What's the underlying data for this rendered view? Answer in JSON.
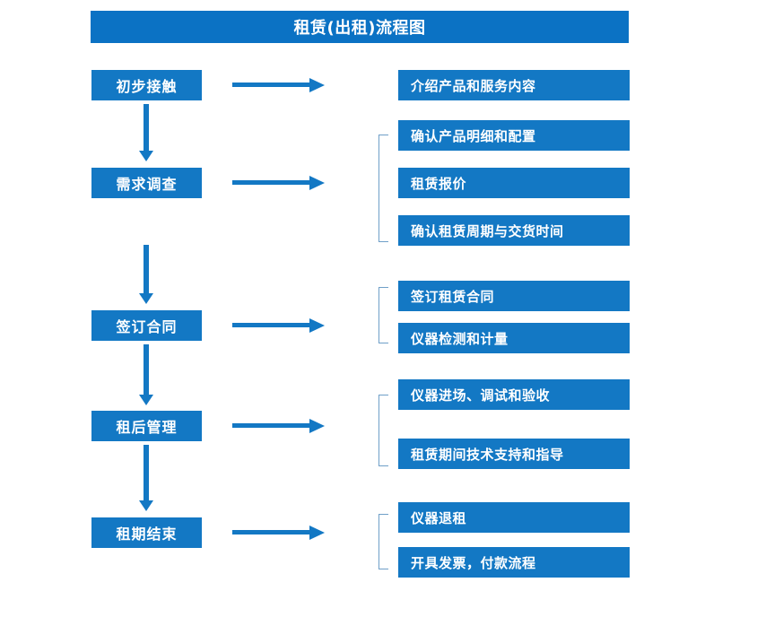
{
  "diagram": {
    "title": "租赁(出租)流程图",
    "colors": {
      "title_bar": "#0b72c4",
      "box": "#1378c4",
      "arrow": "#1378c4",
      "bracket": "#6f9fc8",
      "text": "#ffffff",
      "background": "#ffffff"
    },
    "stages": [
      {
        "label": "初步接触"
      },
      {
        "label": "需求调查"
      },
      {
        "label": "签订合同"
      },
      {
        "label": "租后管理"
      },
      {
        "label": "租期结束"
      }
    ],
    "details": [
      {
        "label": "介绍产品和服务内容"
      },
      {
        "label": "确认产品明细和配置"
      },
      {
        "label": "租赁报价"
      },
      {
        "label": "确认租赁周期与交货时间"
      },
      {
        "label": "签订租赁合同"
      },
      {
        "label": "仪器检测和计量"
      },
      {
        "label": "仪器进场、调试和验收"
      },
      {
        "label": "租赁期间技术支持和指导"
      },
      {
        "label": "仪器退租"
      },
      {
        "label": "开具发票，付款流程"
      }
    ],
    "groups": [
      {
        "name": "需求调查-group",
        "members": [
          "确认产品明细和配置",
          "租赁报价",
          "确认租赁周期与交货时间"
        ]
      },
      {
        "name": "签订合同-group",
        "members": [
          "签订租赁合同",
          "仪器检测和计量"
        ]
      },
      {
        "name": "租后管理-group",
        "members": [
          "仪器进场、调试和验收",
          "租赁期间技术支持和指导"
        ]
      },
      {
        "name": "租期结束-group",
        "members": [
          "仪器退租",
          "开具发票，付款流程"
        ]
      }
    ],
    "flow_arrows": {
      "horizontal_count": 5,
      "vertical_count": 4,
      "direction_horizontal": "left-to-right",
      "direction_vertical": "top-to-bottom"
    }
  }
}
